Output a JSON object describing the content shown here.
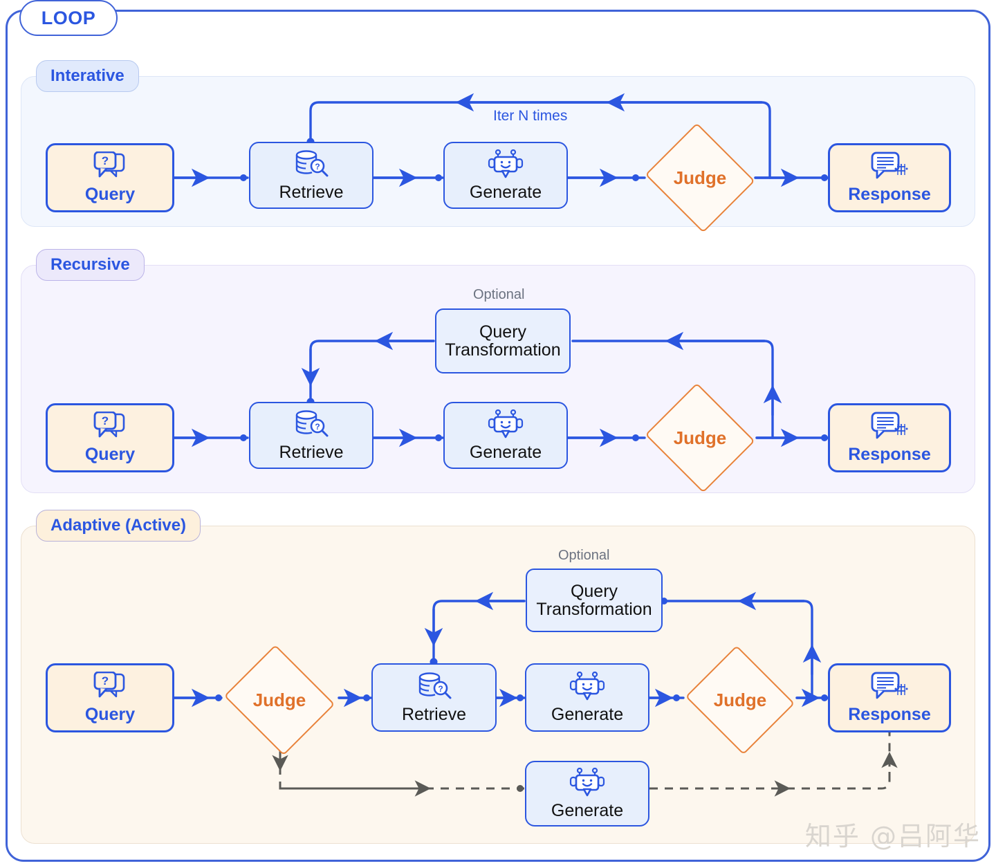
{
  "frame": {
    "title": "LOOP"
  },
  "colors": {
    "blue": "#2b56e0",
    "orange": "#e0712a",
    "dashed_gray": "#5a5a56",
    "node_accent_bg": "#fdf1e0",
    "node_proc_bg": "#e7effc",
    "judge_bg": "#fffaf4",
    "section_iterative_bg": "#f3f7fe",
    "section_recursive_bg": "#f6f4fe",
    "section_adaptive_bg": "#fdf7ee"
  },
  "sections": [
    {
      "id": "interative",
      "title": "Interative",
      "nodes": [
        {
          "id": "query",
          "label": "Query",
          "icon": "question-chat-icon",
          "kind": "accent"
        },
        {
          "id": "retrieve",
          "label": "Retrieve",
          "icon": "database-search-icon",
          "kind": "proc"
        },
        {
          "id": "generate",
          "label": "Generate",
          "icon": "robot-chat-icon",
          "kind": "proc"
        },
        {
          "id": "judge",
          "label": "Judge",
          "icon": "diamond-icon",
          "kind": "judge"
        },
        {
          "id": "response",
          "label": "Response",
          "icon": "chat-lines-icon",
          "kind": "accent"
        }
      ],
      "edge_labels": [
        {
          "id": "iter-n-times",
          "text": "Iter N times"
        }
      ],
      "captions": []
    },
    {
      "id": "recursive",
      "title": "Recursive",
      "nodes": [
        {
          "id": "query",
          "label": "Query",
          "icon": "question-chat-icon",
          "kind": "accent"
        },
        {
          "id": "retrieve",
          "label": "Retrieve",
          "icon": "database-search-icon",
          "kind": "proc"
        },
        {
          "id": "generate",
          "label": "Generate",
          "icon": "robot-chat-icon",
          "kind": "proc"
        },
        {
          "id": "judge",
          "label": "Judge",
          "icon": "diamond-icon",
          "kind": "judge"
        },
        {
          "id": "response",
          "label": "Response",
          "icon": "chat-lines-icon",
          "kind": "accent"
        },
        {
          "id": "query-transformation",
          "label": "Query\nTransformation",
          "icon": "none",
          "kind": "qt"
        }
      ],
      "edge_labels": [],
      "captions": [
        {
          "id": "optional",
          "text": "Optional"
        }
      ]
    },
    {
      "id": "adaptive",
      "title": "Adaptive (Active)",
      "nodes": [
        {
          "id": "query",
          "label": "Query",
          "icon": "question-chat-icon",
          "kind": "accent"
        },
        {
          "id": "judge-1",
          "label": "Judge",
          "icon": "diamond-icon",
          "kind": "judge"
        },
        {
          "id": "retrieve",
          "label": "Retrieve",
          "icon": "database-search-icon",
          "kind": "proc"
        },
        {
          "id": "generate",
          "label": "Generate",
          "icon": "robot-chat-icon",
          "kind": "proc"
        },
        {
          "id": "judge-2",
          "label": "Judge",
          "icon": "diamond-icon",
          "kind": "judge"
        },
        {
          "id": "response",
          "label": "Response",
          "icon": "chat-lines-icon",
          "kind": "accent"
        },
        {
          "id": "query-transformation",
          "label": "Query\nTransformation",
          "icon": "none",
          "kind": "qt"
        },
        {
          "id": "generate-bypass",
          "label": "Generate",
          "icon": "robot-chat-icon",
          "kind": "proc"
        }
      ],
      "edge_labels": [],
      "captions": [
        {
          "id": "optional",
          "text": "Optional"
        }
      ]
    }
  ],
  "watermark": {
    "text": "知乎 @吕阿华"
  }
}
